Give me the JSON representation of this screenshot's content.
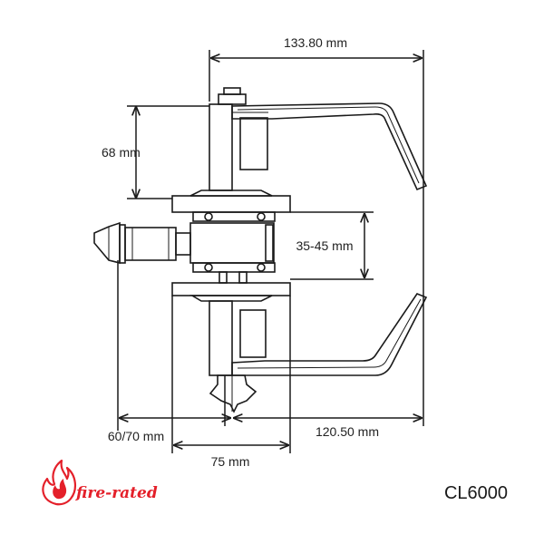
{
  "product": {
    "model_code": "CL6000",
    "fire_label": "fire-rated"
  },
  "dimensions": {
    "overall_length": "133.80 mm",
    "handle_height": "68 mm",
    "door_thickness": "35-45 mm",
    "backset": "60/70 mm",
    "lever_reach": "120.50 mm",
    "rose_width": "75 mm"
  },
  "colors": {
    "line": "#1a1a1a",
    "fire_red": "#e4202a",
    "text": "#222222"
  }
}
